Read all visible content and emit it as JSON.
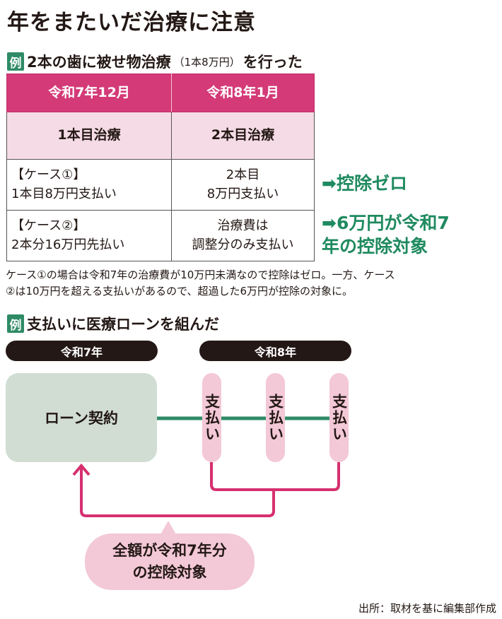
{
  "title": "年をまたいだ治療に注意",
  "example1": {
    "badge": "例",
    "heading": "2本の歯に被せ物治療",
    "heading_sub": "（1本8万円）",
    "heading_tail": "を行った",
    "table": {
      "headers": [
        "令和7年12月",
        "令和8年1月"
      ],
      "treatment": [
        "1本目治療",
        "2本目治療"
      ],
      "case1": {
        "left_label": "【ケース①】",
        "left_text": "1本目8万円支払い",
        "right_line1": "2本目",
        "right_line2": "8万円支払い"
      },
      "case2": {
        "left_label": "【ケース②】",
        "left_text": "2本分16万円先払い",
        "right_line1": "治療費は",
        "right_line2": "調整分のみ支払い"
      }
    },
    "result1": "➡控除ゼロ",
    "result2_line1": "➡6万円が令和7",
    "result2_line2": "年の控除対象",
    "note_line1": "ケース①の場合は令和7年の治療費が10万円未満なので控除はゼロ。一方、ケース",
    "note_line2": "②は10万円を超える支払いがあるので、超過した6万円が控除の対象に。"
  },
  "example2": {
    "badge": "例",
    "heading": "支払いに医療ローンを組んだ",
    "year_left": "令和7年",
    "year_right": "令和8年",
    "loan": "ローン契約",
    "payments": [
      "支払い",
      "支払い",
      "支払い"
    ],
    "bubble_line1": "全額が令和7年分",
    "bubble_line2": "の控除対象",
    "colors": {
      "green": "#2e8b66",
      "magenta": "#d6306f",
      "pink": "#f3c8d7"
    }
  },
  "source": "出所：取材を基に編集部作成"
}
